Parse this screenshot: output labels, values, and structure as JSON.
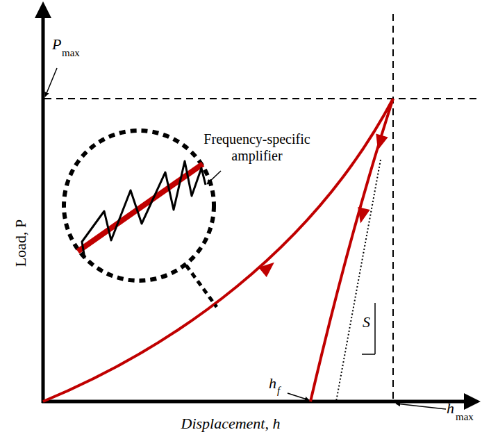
{
  "diagram": {
    "labels": [
      "P",
      "max",
      "Frequency-specific amplifier",
      "Load, P",
      "h",
      "f",
      "S",
      "h",
      "max",
      "Displacement, h"
    ]
  }
}
